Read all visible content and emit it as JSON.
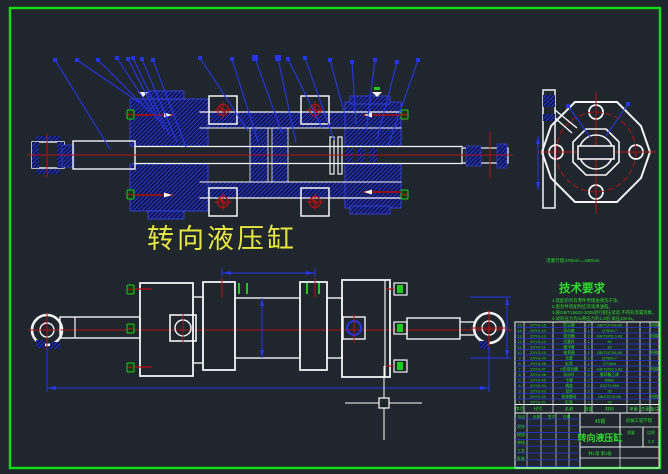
{
  "canvas": {
    "background": "#20262e",
    "frame_color": "#12dd12",
    "line_white": "#f2f4f6",
    "line_blue": "#2636e6",
    "line_red": "#b31111",
    "accent_green": "#1fca1f",
    "text_green": "#2ddd2d",
    "title_yellow": "#e6e640"
  },
  "labels": {
    "main_title": "转向液压缸"
  },
  "notes": {
    "header_note": "活塞行程370mm→480mm",
    "heading": "技术要求",
    "items": [
      "1.装配前所有零件用煤油清洗干净。",
      "2.密封件装配时应涂润滑油脂。",
      "3.按GB/T15622-2005进行耐压试验,不得有渗漏现象。",
      "4.试验压力为公称压力的1.5倍,保压10min。"
    ]
  },
  "bom": {
    "columns": [
      "序号",
      "代号",
      "名称",
      "数量",
      "材料",
      "单重",
      "总重",
      "备注"
    ],
    "rows": [
      [
        "15",
        "ZXYG-15",
        "防尘圈",
        "2",
        "GB/T10708-89",
        "",
        "",
        "外购"
      ],
      [
        "14",
        "ZXYG-14",
        "导向套",
        "1",
        "QT500-7",
        "",
        "",
        ""
      ],
      [
        "13",
        "ZXYG-13",
        "密封圈",
        "2",
        "GB/T3452.1-82",
        "",
        "",
        "外购"
      ],
      [
        "12",
        "ZXYG-12",
        "活塞杆",
        "1",
        "45",
        "",
        "",
        ""
      ],
      [
        "11",
        "ZXYG-11",
        "缓冲套",
        "1",
        "35",
        "",
        "",
        ""
      ],
      [
        "10",
        "ZXYG-10",
        "格莱圈",
        "2",
        "GB/T10708-89",
        "",
        "",
        "外购"
      ],
      [
        "9",
        "ZXYG-09",
        "活塞",
        "1",
        "QT500-7",
        "",
        "",
        ""
      ],
      [
        "8",
        "ZXYG-08",
        "缸筒",
        "1",
        "27SiMn",
        "",
        "",
        ""
      ],
      [
        "7",
        "ZXYG-07",
        "O形密封圈",
        "2",
        "GB/T3452.1-82",
        "",
        "",
        "外购"
      ],
      [
        "6",
        "ZXYG-06",
        "导向环",
        "2",
        "聚四氟乙烯",
        "",
        "",
        ""
      ],
      [
        "5",
        "ZXYG-05",
        "卡键",
        "2",
        "65Mn",
        "",
        "",
        ""
      ],
      [
        "4",
        "ZXYG-04",
        "端盖",
        "2",
        "ZG270-500",
        "",
        "",
        ""
      ],
      [
        "3",
        "ZXYG-03",
        "耳环",
        "2",
        "35",
        "",
        "",
        ""
      ],
      [
        "2",
        "ZXYG-02",
        "锁紧螺母",
        "2",
        "GB/T6170-86",
        "",
        "",
        "外购"
      ],
      [
        "1",
        "ZXYG-01",
        "缸底",
        "1",
        "35",
        "",
        "",
        ""
      ]
    ]
  },
  "title_block": {
    "title": "转向液压缸",
    "material": "45钢",
    "scale": "1:2",
    "sheet": "共1张 第1张",
    "school": "机械工程学院",
    "mass_label": "质量",
    "scale_label": "比例",
    "fields": [
      "设计",
      "校核",
      "审核",
      "工艺",
      "批准"
    ],
    "field_cols": [
      "标记",
      "处数",
      "签字",
      "日期"
    ]
  }
}
